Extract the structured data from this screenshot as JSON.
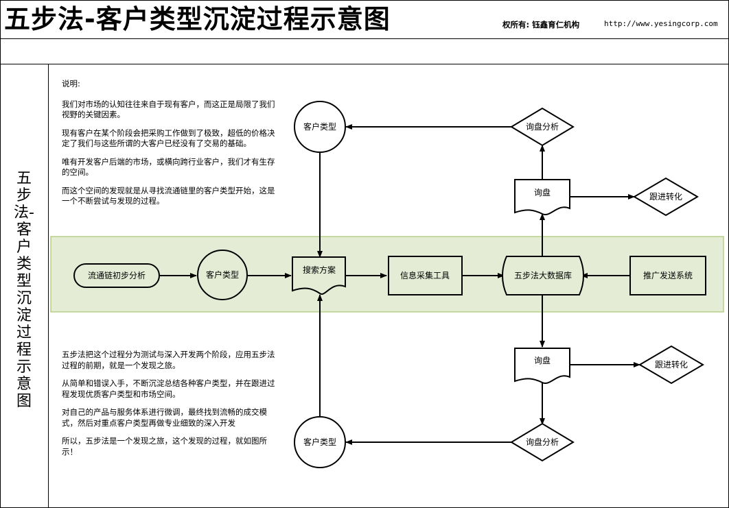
{
  "header": {
    "title": "五步法-客户类型沉淀过程示意图",
    "copyright": "权所有: 钰鑫育仁机构",
    "url": "http://www.yesingcorp.com"
  },
  "sidebar": {
    "title": "五步法-客户类型沉淀过程示意图"
  },
  "intro": {
    "heading": "说明:",
    "paragraphs": [
      "我们对市场的认知往往来自于现有客户，而这正是局限了我们视野的关键因素。",
      "现有客户在某个阶段会把采购工作做到了极致，超低的价格决定了我们与这些所谓的大客户已经没有了交易的基础。",
      "唯有开发客户后端的市场，或横向跨行业客户，我们才有生存的空间。",
      "而这个空间的发现就是从寻找流通链里的客户类型开始，这是一个不断尝试与发现的过程。"
    ]
  },
  "outro": {
    "paragraphs": [
      "五步法把这个过程分为测试与深入开发两个阶段，应用五步法过程的前期，就是一个发现之旅。",
      "从简单和错误入手，不断沉淀总结各种客户类型，并在跟进过程发现优质客户类型和市场空间。",
      "对自己的产品与服务体系进行微调，最终找到流畅的成交模式，然后对重点客户类型再做专业细致的深入开发",
      "所以，五步法是一个发现之旅，这个发现的过程，就如图所示！"
    ]
  },
  "flow": {
    "start": "流通链初步分析",
    "customer_type_mid": "客户类型",
    "search_plan": "搜索方案",
    "info_tool": "信息采集工具",
    "database": "五步法大数据库",
    "promotion": "推广发送系统",
    "inquiry_top": "询盘",
    "inquiry_bottom": "询盘",
    "analysis_top": "询盘分析",
    "analysis_bottom": "询盘分析",
    "followup_top": "跟进转化",
    "followup_bottom": "跟进转化",
    "customer_type_top": "客户类型",
    "customer_type_bottom": "客户类型"
  },
  "colors": {
    "band_fill": "#e4ecd6",
    "band_stroke": "#9bbb59",
    "node_fill": "#e4ecd6",
    "line": "#000000"
  }
}
